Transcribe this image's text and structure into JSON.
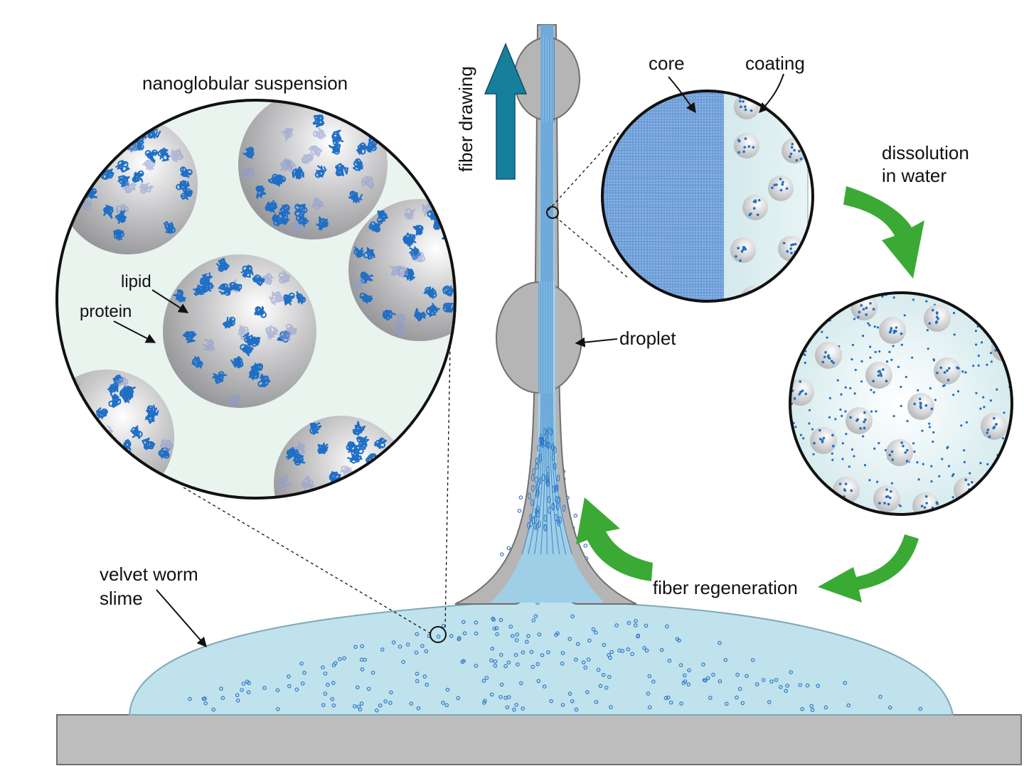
{
  "labels": {
    "nanoglobular": "nanoglobular suspension",
    "lipid": "lipid",
    "protein": "protein",
    "fiber_drawing": "fiber drawing",
    "core": "core",
    "coating": "coating",
    "dissolution": "dissolution",
    "in_water": "in water",
    "droplet": "droplet",
    "fiber_regeneration": "fiber regeneration",
    "velvet_worm": "velvet worm",
    "slime": "slime"
  },
  "colors": {
    "slime_fill": "#bfe2ed",
    "slime_edge": "#7fa8b8",
    "substrate": "#bdbdbd",
    "substrate_edge": "#6f6f6f",
    "droplet_fill": "#b5b5b5",
    "fiber_blue": "#2f78c8",
    "protein_blue": "#1f6fc5",
    "arrow_teal": "#167f9c",
    "arrow_green": "#3aaa35",
    "suspension_bg": "#e9f4ef",
    "water_bg": "#d9ecef"
  }
}
